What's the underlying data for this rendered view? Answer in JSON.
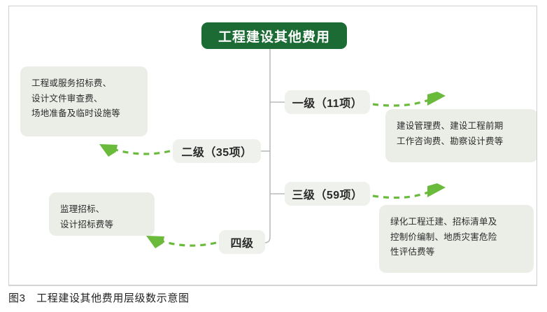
{
  "figure": {
    "caption": "图3　工程建设其他费用层级数示意图",
    "root_label": "工程建设其他费用",
    "accent_color": "#1c6b35",
    "node_fill": "#eef1ec",
    "callout_fill": "#eaeee7",
    "arrow_color": "#6aba3c",
    "connector_color": "#b9bcb8"
  },
  "levels": [
    {
      "id": "level1",
      "label": "一级（11项）"
    },
    {
      "id": "level2",
      "label": "二级（35项）"
    },
    {
      "id": "level3",
      "label": "三级（59项）"
    },
    {
      "id": "level4",
      "label": "四级"
    }
  ],
  "callouts": {
    "level1_examples": {
      "lines": [
        "建设管理费、建设工程前期",
        "工作咨询费、勘察设计费等"
      ]
    },
    "level2_examples": {
      "lines": [
        "工程或服务招标费、",
        "设计文件审查费、",
        "场地准备及临时设施等"
      ]
    },
    "level3_examples": {
      "lines": [
        "绿化工程迁建、招标清单及",
        "控制价编制、地质灾害危险",
        "性评估费等"
      ]
    },
    "level4_examples": {
      "lines": [
        "监理招标、",
        "设计招标费等"
      ]
    }
  }
}
